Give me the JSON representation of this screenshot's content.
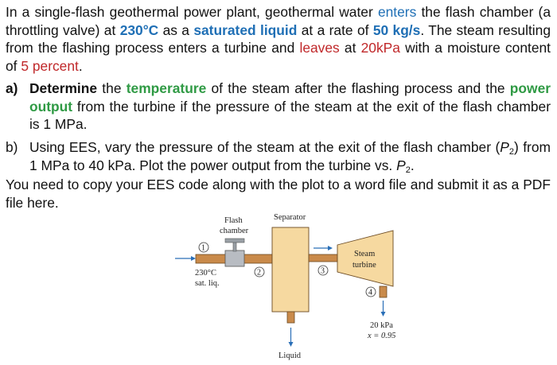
{
  "problem": {
    "intro": {
      "s1": "In a single-flash geothermal power plant, geothermal water ",
      "s2": "enters",
      "s3": " the flash chamber (a throttling valve) at ",
      "s4": "230°C",
      "s5": " as a ",
      "s6": "saturated liquid",
      "s7": " at a rate of ",
      "s8": "50 kg/s",
      "s9": ". The steam resulting from the flashing process enters a turbine and ",
      "s10": "leaves",
      "s11": " at ",
      "s12": "20kPa",
      "s13": " with a moisture content of ",
      "s14": "5 percent",
      "s15": "."
    },
    "part_a": {
      "label": "a)",
      "s1": "Determine",
      "s2": " the ",
      "s3": "temperature",
      "s4": " of the steam after the flashing process and the ",
      "s5": "power output",
      "s6": " from the turbine if the pressure of the steam at the exit of the flash chamber is 1 MPa."
    },
    "part_b": {
      "label": "b)",
      "s1": "Using EES, vary the pressure of the steam at the exit of the flash chamber (",
      "s2": "P",
      "s3": "2",
      "s4": ") from 1 MPa to 40 kPa. Plot the power output from the turbine vs. ",
      "s5": "P",
      "s6": "2",
      "s7": "."
    },
    "instructions": "You need to copy your EES code along with the plot to a word file and submit it as a PDF file here."
  },
  "figure": {
    "flash_chamber_line1": "Flash",
    "flash_chamber_line2": "chamber",
    "separator": "Separator",
    "steam_line1": "Steam",
    "steam_line2": "turbine",
    "state1": "1",
    "state2": "2",
    "state3": "3",
    "state4": "4",
    "inlet_line1": "230°C",
    "inlet_line2": "sat. liq.",
    "exit_line1": "20 kPa",
    "exit_line2": "x = 0.95",
    "liquid": "Liquid"
  },
  "colors": {
    "blue": "#1f6fb5",
    "red": "#c0282a",
    "green": "#2f9a44",
    "separator_fill": "#f6d9a0",
    "turbine_fill": "#f6d9a0",
    "pipe_fill": "#c98a4a"
  }
}
